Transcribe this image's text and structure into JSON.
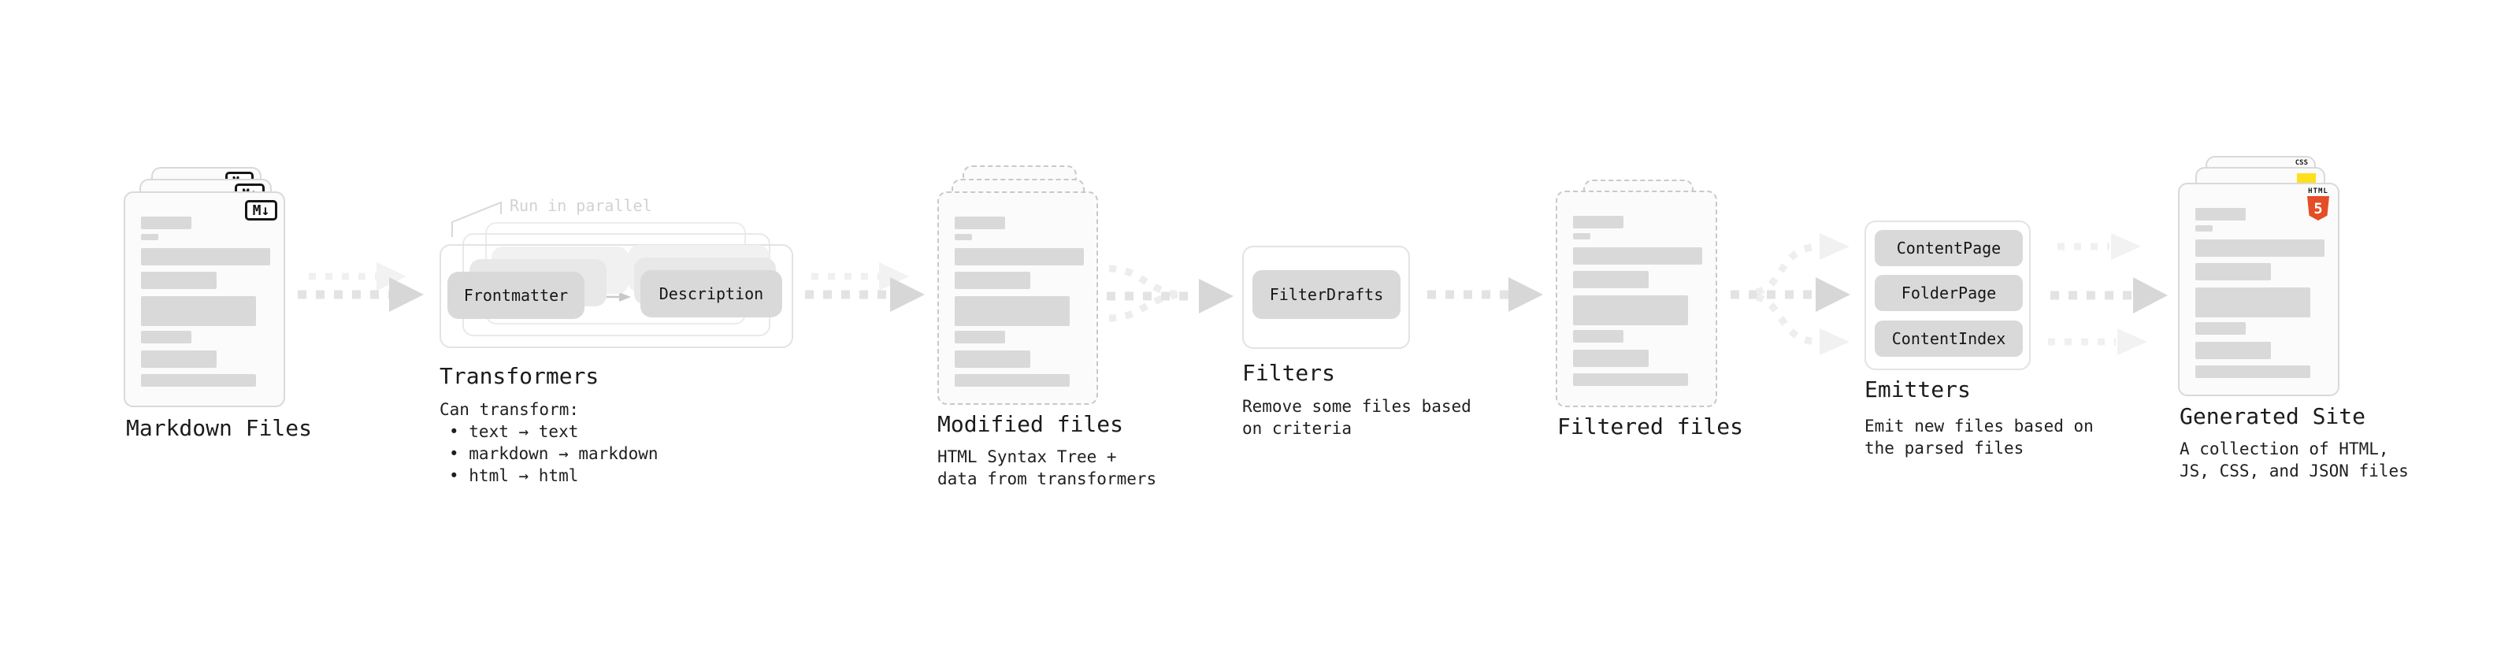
{
  "colors": {
    "background": "#ffffff",
    "card_bg": "#fbfbfb",
    "card_border": "#d9d9d9",
    "dashed_border": "#c9c9c9",
    "skeleton": "#d9d9d9",
    "node_bg": "#d9d9d9",
    "frame_border": "#e3e3e3",
    "arrow_dash": "#e3e3e3",
    "arrow_head": "#d7d7d7",
    "arrow_light": "#f0f0f0",
    "text": "#1f1f1f",
    "annotation_text": "#d2d2d2",
    "html5_orange": "#e44d26",
    "js_yellow": "#ffdf1b",
    "css_blue": "#2f6df6"
  },
  "stages": {
    "markdown": {
      "label": "Markdown Files",
      "badge": "M↓"
    },
    "transformers": {
      "label": "Transformers",
      "annotation": "Run in parallel",
      "nodes": [
        "Frontmatter",
        "Description"
      ],
      "desc_title": "Can transform:",
      "bullets": [
        "• text → text",
        "• markdown → markdown",
        "• html → html"
      ]
    },
    "modified": {
      "label": "Modified files",
      "desc": [
        "HTML Syntax Tree +",
        "data from transformers"
      ]
    },
    "filters": {
      "label": "Filters",
      "node": "FilterDrafts",
      "desc": [
        "Remove some files based",
        "on criteria"
      ]
    },
    "filtered": {
      "label": "Filtered files"
    },
    "emitters": {
      "label": "Emitters",
      "nodes": [
        "ContentPage",
        "FolderPage",
        "ContentIndex"
      ],
      "desc": [
        "Emit new files based on",
        "the parsed files"
      ]
    },
    "generated": {
      "label": "Generated Site",
      "badges": {
        "css": "CSS",
        "html_word": "HTML",
        "html_number": "5"
      },
      "desc": [
        "A collection of HTML,",
        "JS, CSS, and JSON files"
      ]
    }
  }
}
